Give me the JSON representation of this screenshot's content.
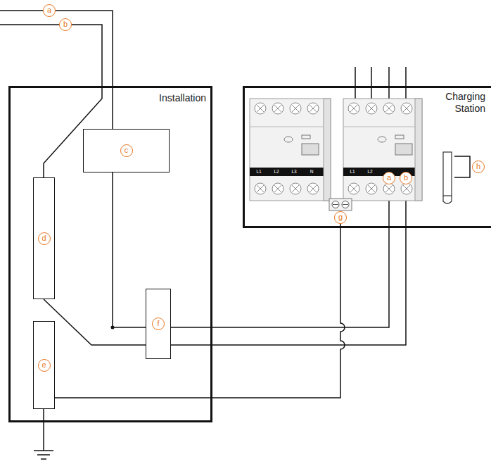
{
  "diagram": {
    "nodes": [
      {
        "text": [
          "Installation"
        ]
      },
      {
        "text": [
          "Charging Station"
        ]
      },
      {
        "text": [
          "c"
        ],
        "in": 0
      },
      {
        "text": [
          "d"
        ],
        "in": 0
      },
      {
        "text": [
          "e"
        ],
        "in": 0
      },
      {
        "text": [
          "f"
        ],
        "in": 0
      }
    ],
    "edges": [
      {
        "from": 2,
        "to": 5,
        "arrow": "none"
      },
      {
        "from": 3,
        "to": 5,
        "arrow": "none"
      },
      {
        "from": 5,
        "to": 1,
        "arrow": "none"
      },
      {
        "from": 5,
        "to": 1,
        "arrow": "none"
      },
      {
        "from": 4,
        "to": 1,
        "arrow": "none"
      }
    ],
    "labels": [
      "a",
      "b",
      "L1",
      "L2",
      "L3",
      "N",
      "L1",
      "L2",
      "a",
      "b",
      "g",
      "h"
    ]
  }
}
